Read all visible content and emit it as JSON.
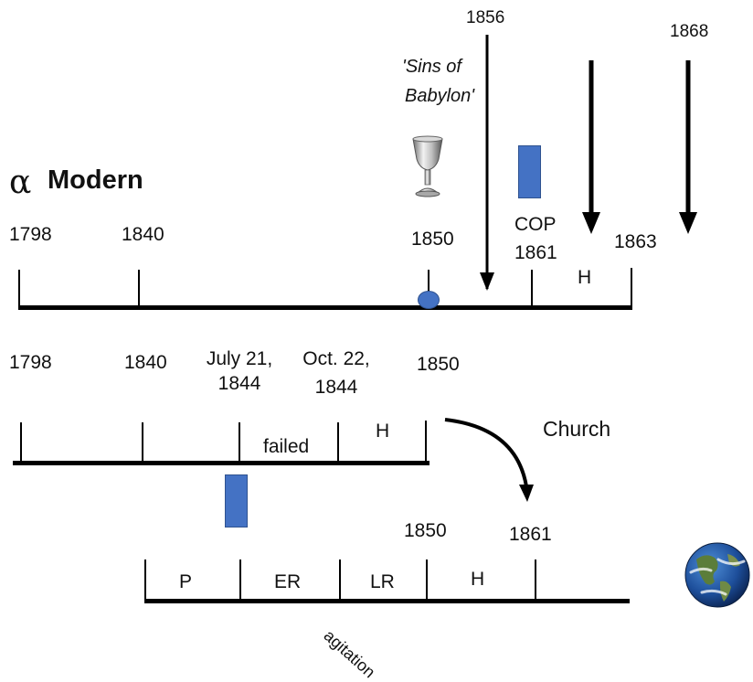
{
  "title": {
    "symbol": "α",
    "text": "Modern"
  },
  "timeline1": {
    "years": [
      "1798",
      "1840",
      "1850",
      "1863"
    ],
    "cop": "COP",
    "cop_year": "1861",
    "segment": "H",
    "top_years": [
      "1856",
      "1868"
    ],
    "quote": [
      "'Sins of",
      "Babylon'"
    ]
  },
  "timeline2": {
    "years": [
      "1798",
      "1840",
      "1850"
    ],
    "dates": [
      "July 21,",
      "1844",
      "Oct. 22,",
      "1844"
    ],
    "segments": [
      "failed",
      "H"
    ],
    "church": "Church"
  },
  "timeline3": {
    "years": [
      "1850",
      "1861"
    ],
    "segments": [
      "P",
      "ER",
      "LR",
      "H"
    ],
    "note": "agitation"
  },
  "colors": {
    "rect": "#4472c4",
    "dot": "#4472c4",
    "line": "#000000"
  },
  "icons": [
    "chalice-icon",
    "earth-globe-icon"
  ]
}
